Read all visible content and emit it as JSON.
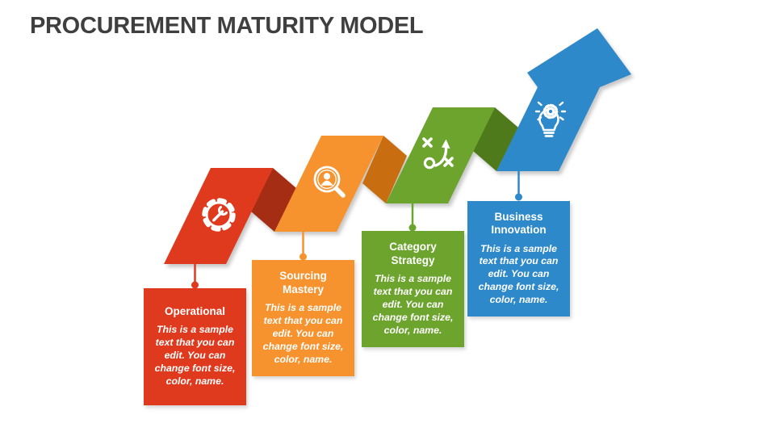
{
  "slide": {
    "title": "PROCUREMENT MATURITY MODEL",
    "title_color": "#3F3F3F",
    "background_color": "#FFFFFF",
    "text_color_on_shapes": "#FFFFFF"
  },
  "stages": [
    {
      "name": "Operational",
      "body": "This is a sample text that you can edit. You can change font size, color, name.",
      "color": "#E03A1E",
      "fold_color": "#A52D14",
      "icon": "gear-wrench-icon"
    },
    {
      "name": "Sourcing Mastery",
      "body": "This is a sample text that you can edit. You can change font size, color, name.",
      "color": "#F6932F",
      "fold_color": "#C96E10",
      "icon": "candidate-search-icon"
    },
    {
      "name": "Category Strategy",
      "body": "This is a sample text that you can edit. You can change font size, color, name.",
      "color": "#6CA42D",
      "fold_color": "#4E7A1B",
      "icon": "strategy-icon"
    },
    {
      "name": "Business Innovation",
      "body": "This is a sample text that you can edit. You can change font size, color, name.",
      "color": "#2E89CA",
      "fold_color": "#2E89CA",
      "icon": "innovation-bulb-icon"
    }
  ]
}
